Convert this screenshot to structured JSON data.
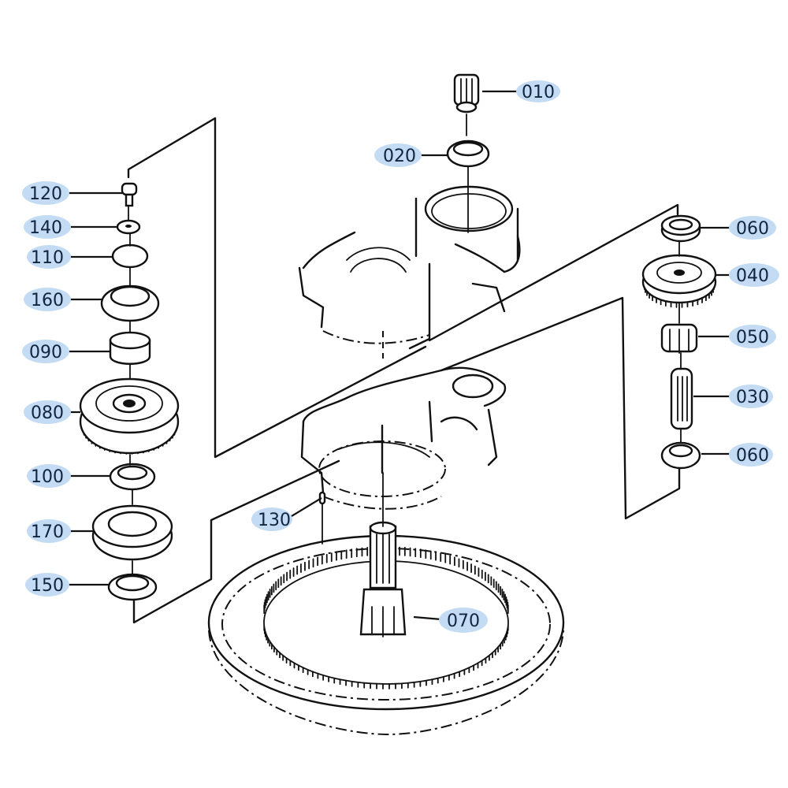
{
  "diagram": {
    "title": "Swing gear box exploded parts diagram",
    "highlight_color": "#c3dbf3",
    "label_text_color": "#10253f",
    "callouts": [
      {
        "id": "010",
        "text": "010",
        "part": "pinion-shaft-top"
      },
      {
        "id": "020",
        "text": "020",
        "part": "bearing-top"
      },
      {
        "id": "120",
        "text": "120",
        "part": "bolt"
      },
      {
        "id": "140",
        "text": "140",
        "part": "lock-washer"
      },
      {
        "id": "110",
        "text": "110",
        "part": "collar-plate"
      },
      {
        "id": "160",
        "text": "160",
        "part": "ball-bearing"
      },
      {
        "id": "090",
        "text": "090",
        "part": "spacer"
      },
      {
        "id": "080",
        "text": "080",
        "part": "large-gear"
      },
      {
        "id": "100",
        "text": "100",
        "part": "spacer-ring"
      },
      {
        "id": "170",
        "text": "170",
        "part": "ball-bearing-large"
      },
      {
        "id": "150",
        "text": "150",
        "part": "oil-seal"
      },
      {
        "id": "060a",
        "text": "060",
        "part": "bearing-upper-right"
      },
      {
        "id": "040",
        "text": "040",
        "part": "idler-gear"
      },
      {
        "id": "050",
        "text": "050",
        "part": "small-gear"
      },
      {
        "id": "030",
        "text": "030",
        "part": "spline-shaft"
      },
      {
        "id": "060b",
        "text": "060",
        "part": "bearing-lower-right"
      },
      {
        "id": "130",
        "text": "130",
        "part": "dowel-pin"
      },
      {
        "id": "070",
        "text": "070",
        "part": "output-pinion-shaft"
      }
    ]
  }
}
